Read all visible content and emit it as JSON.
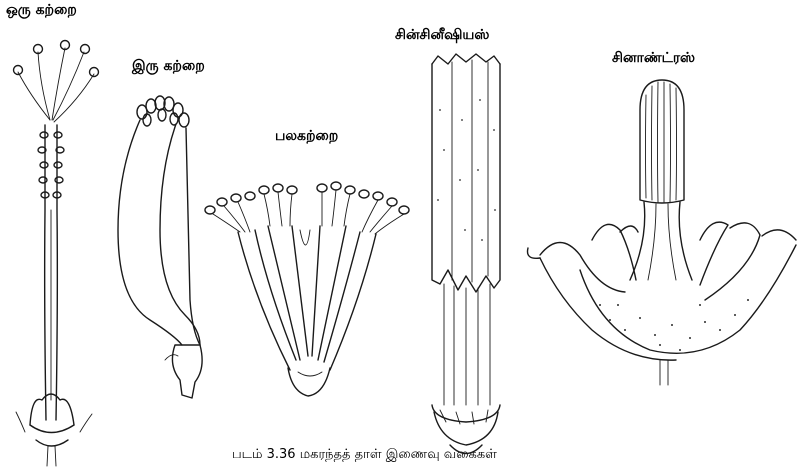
{
  "labels": {
    "monadelphous": "ஒரு கற்றை",
    "diadelphous": "இரு கற்றை",
    "polyadelphous": "பலகற்றை",
    "syngenesious": "சின்சினீஷியஸ்",
    "synandrous": "சினாண்ட்ரஸ்"
  },
  "caption": "படம் 3.36 மகரந்தத் தாள் இணைவு வகைகள்"
}
